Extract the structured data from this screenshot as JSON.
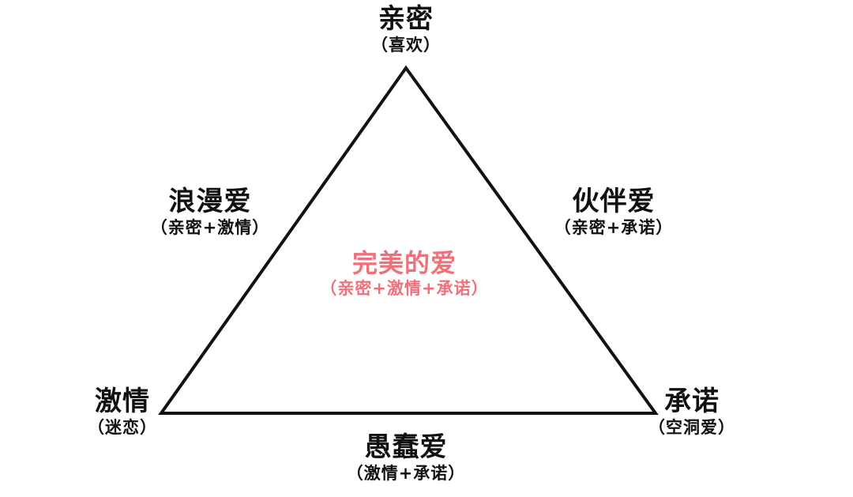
{
  "colors": {
    "line": "#111111",
    "text": "#111111",
    "accent": "#f0707a"
  },
  "vertices": {
    "top": {
      "main": "亲密",
      "sub": "（喜欢）"
    },
    "left": {
      "main": "激情",
      "sub": "（迷恋）"
    },
    "right": {
      "main": "承诺",
      "sub": "（空洞爱）"
    }
  },
  "edges": {
    "left": {
      "main": "浪漫爱",
      "sub": "（亲密+激情）"
    },
    "right": {
      "main": "伙伴爱",
      "sub": "（亲密+承诺）"
    },
    "bottom": {
      "main": "愚蠢爱",
      "sub": "（激情+承诺）"
    }
  },
  "center": {
    "main": "完美的爱",
    "sub": "（亲密+激情+承诺）"
  }
}
